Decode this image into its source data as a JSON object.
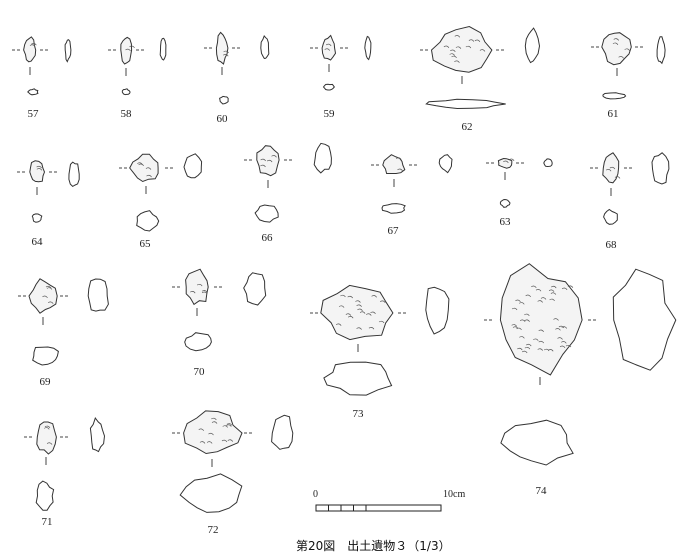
{
  "figure": {
    "caption": "第20図　出土遺物３（1/3）",
    "scale_bar": {
      "start_label": "0",
      "end_label": "10cm"
    },
    "artifact_numbers": [
      "57",
      "58",
      "60",
      "59",
      "62",
      "61",
      "64",
      "65",
      "66",
      "67",
      "63",
      "68",
      "69",
      "70",
      "73",
      "74",
      "71",
      "72"
    ]
  }
}
